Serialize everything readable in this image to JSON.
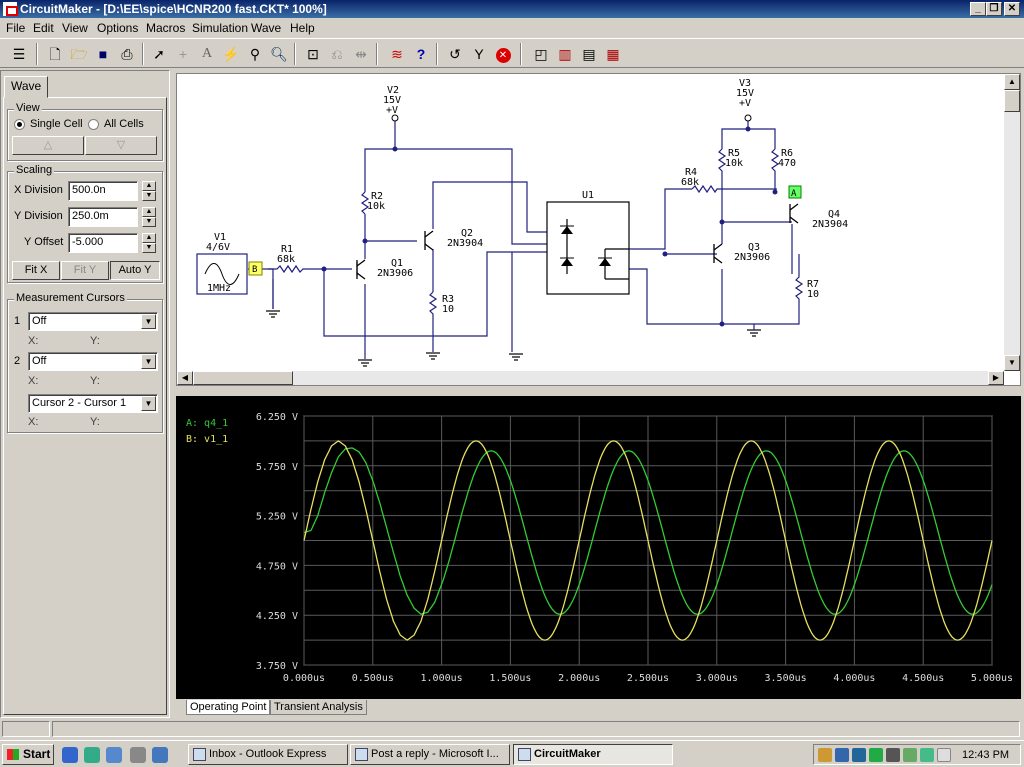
{
  "window": {
    "title": "CircuitMaker - [D:\\EE\\spice\\HCNR200 fast.CKT* 100%]",
    "minimize": "_",
    "restore": "❐",
    "close": "✕"
  },
  "menu": [
    "File",
    "Edit",
    "View",
    "Options",
    "Macros",
    "Simulation",
    "Wave",
    "Help"
  ],
  "toolbar_icons": [
    "bus-icon",
    "new-file-icon",
    "open-folder-icon",
    "save-icon",
    "print-icon",
    "arrow-tool-icon",
    "wire-tool-icon",
    "text-tool-icon",
    "probe-tool-icon",
    "magnify-tool-icon",
    "zoom-tool-icon",
    "zoom-window-icon",
    "undo-icon",
    "mirror-icon",
    "run-simulation-icon",
    "help-icon",
    "reset-icon",
    "trace-icon",
    "stop-icon",
    "view-schematic-icon",
    "view-waveform-icon",
    "view-split-icon",
    "view-tile-icon"
  ],
  "left_panel": {
    "tab": "Wave",
    "view": {
      "label": "View",
      "single_cell": "Single Cell",
      "all_cells": "All Cells",
      "up": "△",
      "down": "▽"
    },
    "scaling": {
      "label": "Scaling",
      "x_division_label": "X Division",
      "x_division_value": "500.0n",
      "y_division_label": "Y Division",
      "y_division_value": "250.0m",
      "y_offset_label": "Y Offset",
      "y_offset_value": "-5.000",
      "fit_x": "Fit X",
      "fit_y": "Fit Y",
      "auto_y": "Auto Y"
    },
    "cursors": {
      "label": "Measurement Cursors",
      "c1_num": "1",
      "c1_value": "Off",
      "c1_x": "X:",
      "c1_y": "Y:",
      "c2_num": "2",
      "c2_value": "Off",
      "c2_x": "X:",
      "c2_y": "Y:",
      "diff_value": "Cursor 2 - Cursor 1",
      "diff_x": "X:",
      "diff_y": "Y:"
    }
  },
  "schematic": {
    "v2_name": "V2",
    "v2_volt": "15V",
    "v2_plus": "+V",
    "v3_name": "V3",
    "v3_volt": "15V",
    "v3_plus": "+V",
    "v1_name": "V1",
    "v1_amp": "4/6V",
    "v1_freq": "1MHz",
    "r1_name": "R1",
    "r1_val": "68k",
    "r2_name": "R2",
    "r2_val": "10k",
    "r3_name": "R3",
    "r3_val": "10",
    "r4_name": "R4",
    "r4_val": "68k",
    "r5_name": "R5",
    "r5_val": "10k",
    "r6_name": "R6",
    "r6_val": "470",
    "r7_name": "R7",
    "r7_val": "10",
    "q1_name": "Q1",
    "q1_part": "2N3906",
    "q2_name": "Q2",
    "q2_part": "2N3904",
    "q3_name": "Q3",
    "q3_part": "2N3906",
    "q4_name": "Q4",
    "q4_part": "2N3904",
    "u1_name": "U1",
    "probe_b": "B",
    "probe_a": "A"
  },
  "chart_data": {
    "type": "line",
    "x_unit": "us",
    "xlim": [
      0.0,
      5.0
    ],
    "ylim": [
      3.75,
      6.25
    ],
    "grid": true,
    "legend_position": "top-left",
    "x_ticks": [
      "0.000us",
      "0.500us",
      "1.000us",
      "1.500us",
      "2.000us",
      "2.500us",
      "3.000us",
      "3.500us",
      "4.000us",
      "4.500us",
      "5.000us"
    ],
    "y_ticks": [
      "6.250 V",
      "5.750 V",
      "5.250 V",
      "4.750 V",
      "4.250 V",
      "3.750 V"
    ],
    "series": [
      {
        "name": "A: q4_1",
        "color": "#33cc33",
        "x": [
          0.0,
          0.05,
          0.1,
          0.15,
          0.2,
          0.25,
          0.3,
          0.35,
          0.4,
          0.45,
          0.5,
          0.55,
          0.6,
          0.65,
          0.7,
          0.75,
          0.8,
          0.85,
          0.9,
          0.95,
          1.0
        ],
        "y": [
          5.08,
          5.1,
          5.25,
          5.48,
          5.68,
          5.84,
          5.92,
          5.93,
          5.89,
          5.78,
          5.6,
          5.38,
          5.13,
          4.88,
          4.64,
          4.45,
          4.32,
          4.26,
          4.28,
          4.38,
          4.56
        ],
        "steady_state": {
          "mean": 5.08,
          "amplitude": 0.82,
          "phase_delay_us": 0.11,
          "period_us": 1.0
        }
      },
      {
        "name": "B: v1_1",
        "color": "#e6e060",
        "x": [
          0.0,
          0.05,
          0.1,
          0.15,
          0.2,
          0.25,
          0.3,
          0.35,
          0.4,
          0.45,
          0.5,
          0.55,
          0.6,
          0.65,
          0.7,
          0.75,
          0.8,
          0.85,
          0.9,
          0.95,
          1.0
        ],
        "y": [
          5.0,
          5.31,
          5.59,
          5.81,
          5.95,
          6.0,
          5.95,
          5.81,
          5.59,
          5.31,
          5.0,
          4.69,
          4.41,
          4.19,
          4.05,
          4.0,
          4.05,
          4.19,
          4.41,
          4.69,
          5.0
        ],
        "steady_state": {
          "mean": 5.0,
          "amplitude": 1.0,
          "phase_delay_us": 0.0,
          "period_us": 1.0
        }
      }
    ]
  },
  "bottom_tabs": [
    "Operating Point",
    "Transient Analysis"
  ],
  "taskbar": {
    "start": "Start",
    "tasks": [
      "Inbox - Outlook Express",
      "Post a reply - Microsoft I...",
      "CircuitMaker"
    ],
    "clock": "12:43 PM"
  }
}
